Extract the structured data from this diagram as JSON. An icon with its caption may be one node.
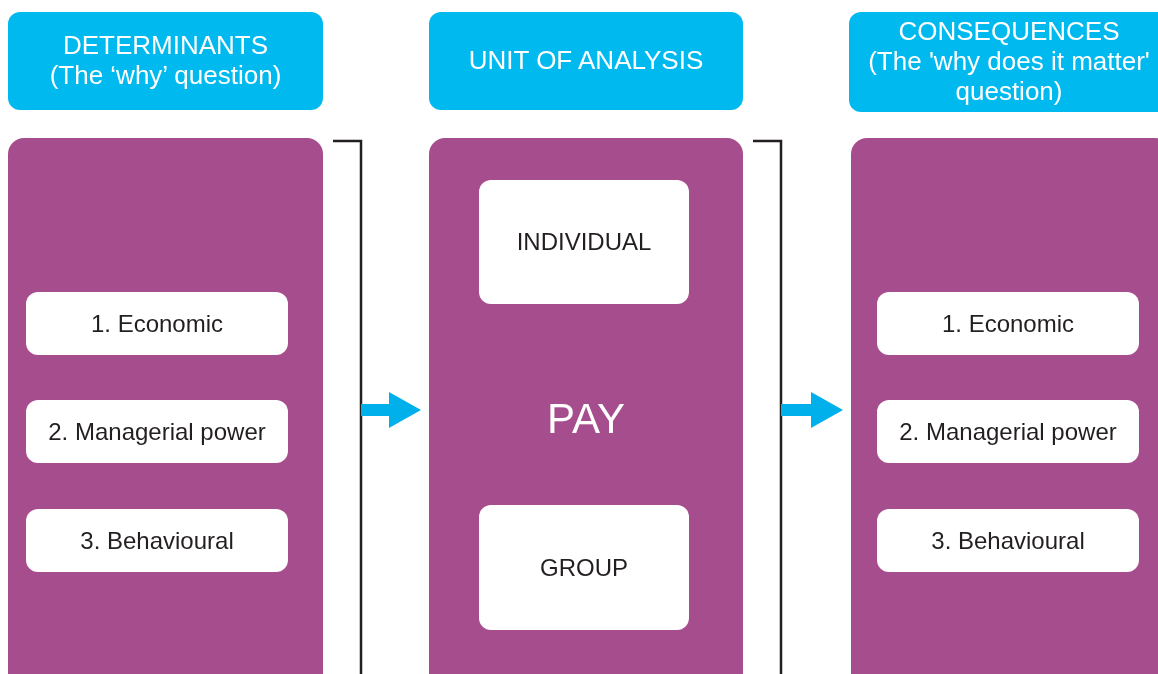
{
  "diagram": {
    "nodes": [
      {
        "text": [
          "DETERMINANTS",
          "(The ‘why’ question)"
        ]
      },
      {
        "text": [
          "UNIT OF ANALYSIS"
        ]
      },
      {
        "text": [
          "CONSEQUENCES",
          "(The 'why does it matter' question)"
        ]
      },
      {
        "text": [],
        "shape": "box"
      },
      {
        "text": [
          "1. Economic"
        ],
        "in": 3
      },
      {
        "text": [
          "2. Managerial power"
        ],
        "in": 3
      },
      {
        "text": [
          "3. Behavioural"
        ],
        "in": 3
      },
      {
        "text": [
          "PAY"
        ]
      },
      {
        "text": [
          "INDIVIDUAL"
        ],
        "in": 7
      },
      {
        "text": [
          "GROUP"
        ],
        "in": 7
      },
      {
        "text": [],
        "shape": "box"
      },
      {
        "text": [
          "1. Economic"
        ],
        "in": 10
      },
      {
        "text": [
          "2. Managerial power"
        ],
        "in": 10
      },
      {
        "text": [
          "3. Behavioural"
        ],
        "in": 10
      }
    ],
    "edges": [
      {
        "from": null,
        "to": 7,
        "arrow": "to"
      },
      {
        "from": null,
        "to": 10,
        "arrow": "to"
      }
    ]
  }
}
